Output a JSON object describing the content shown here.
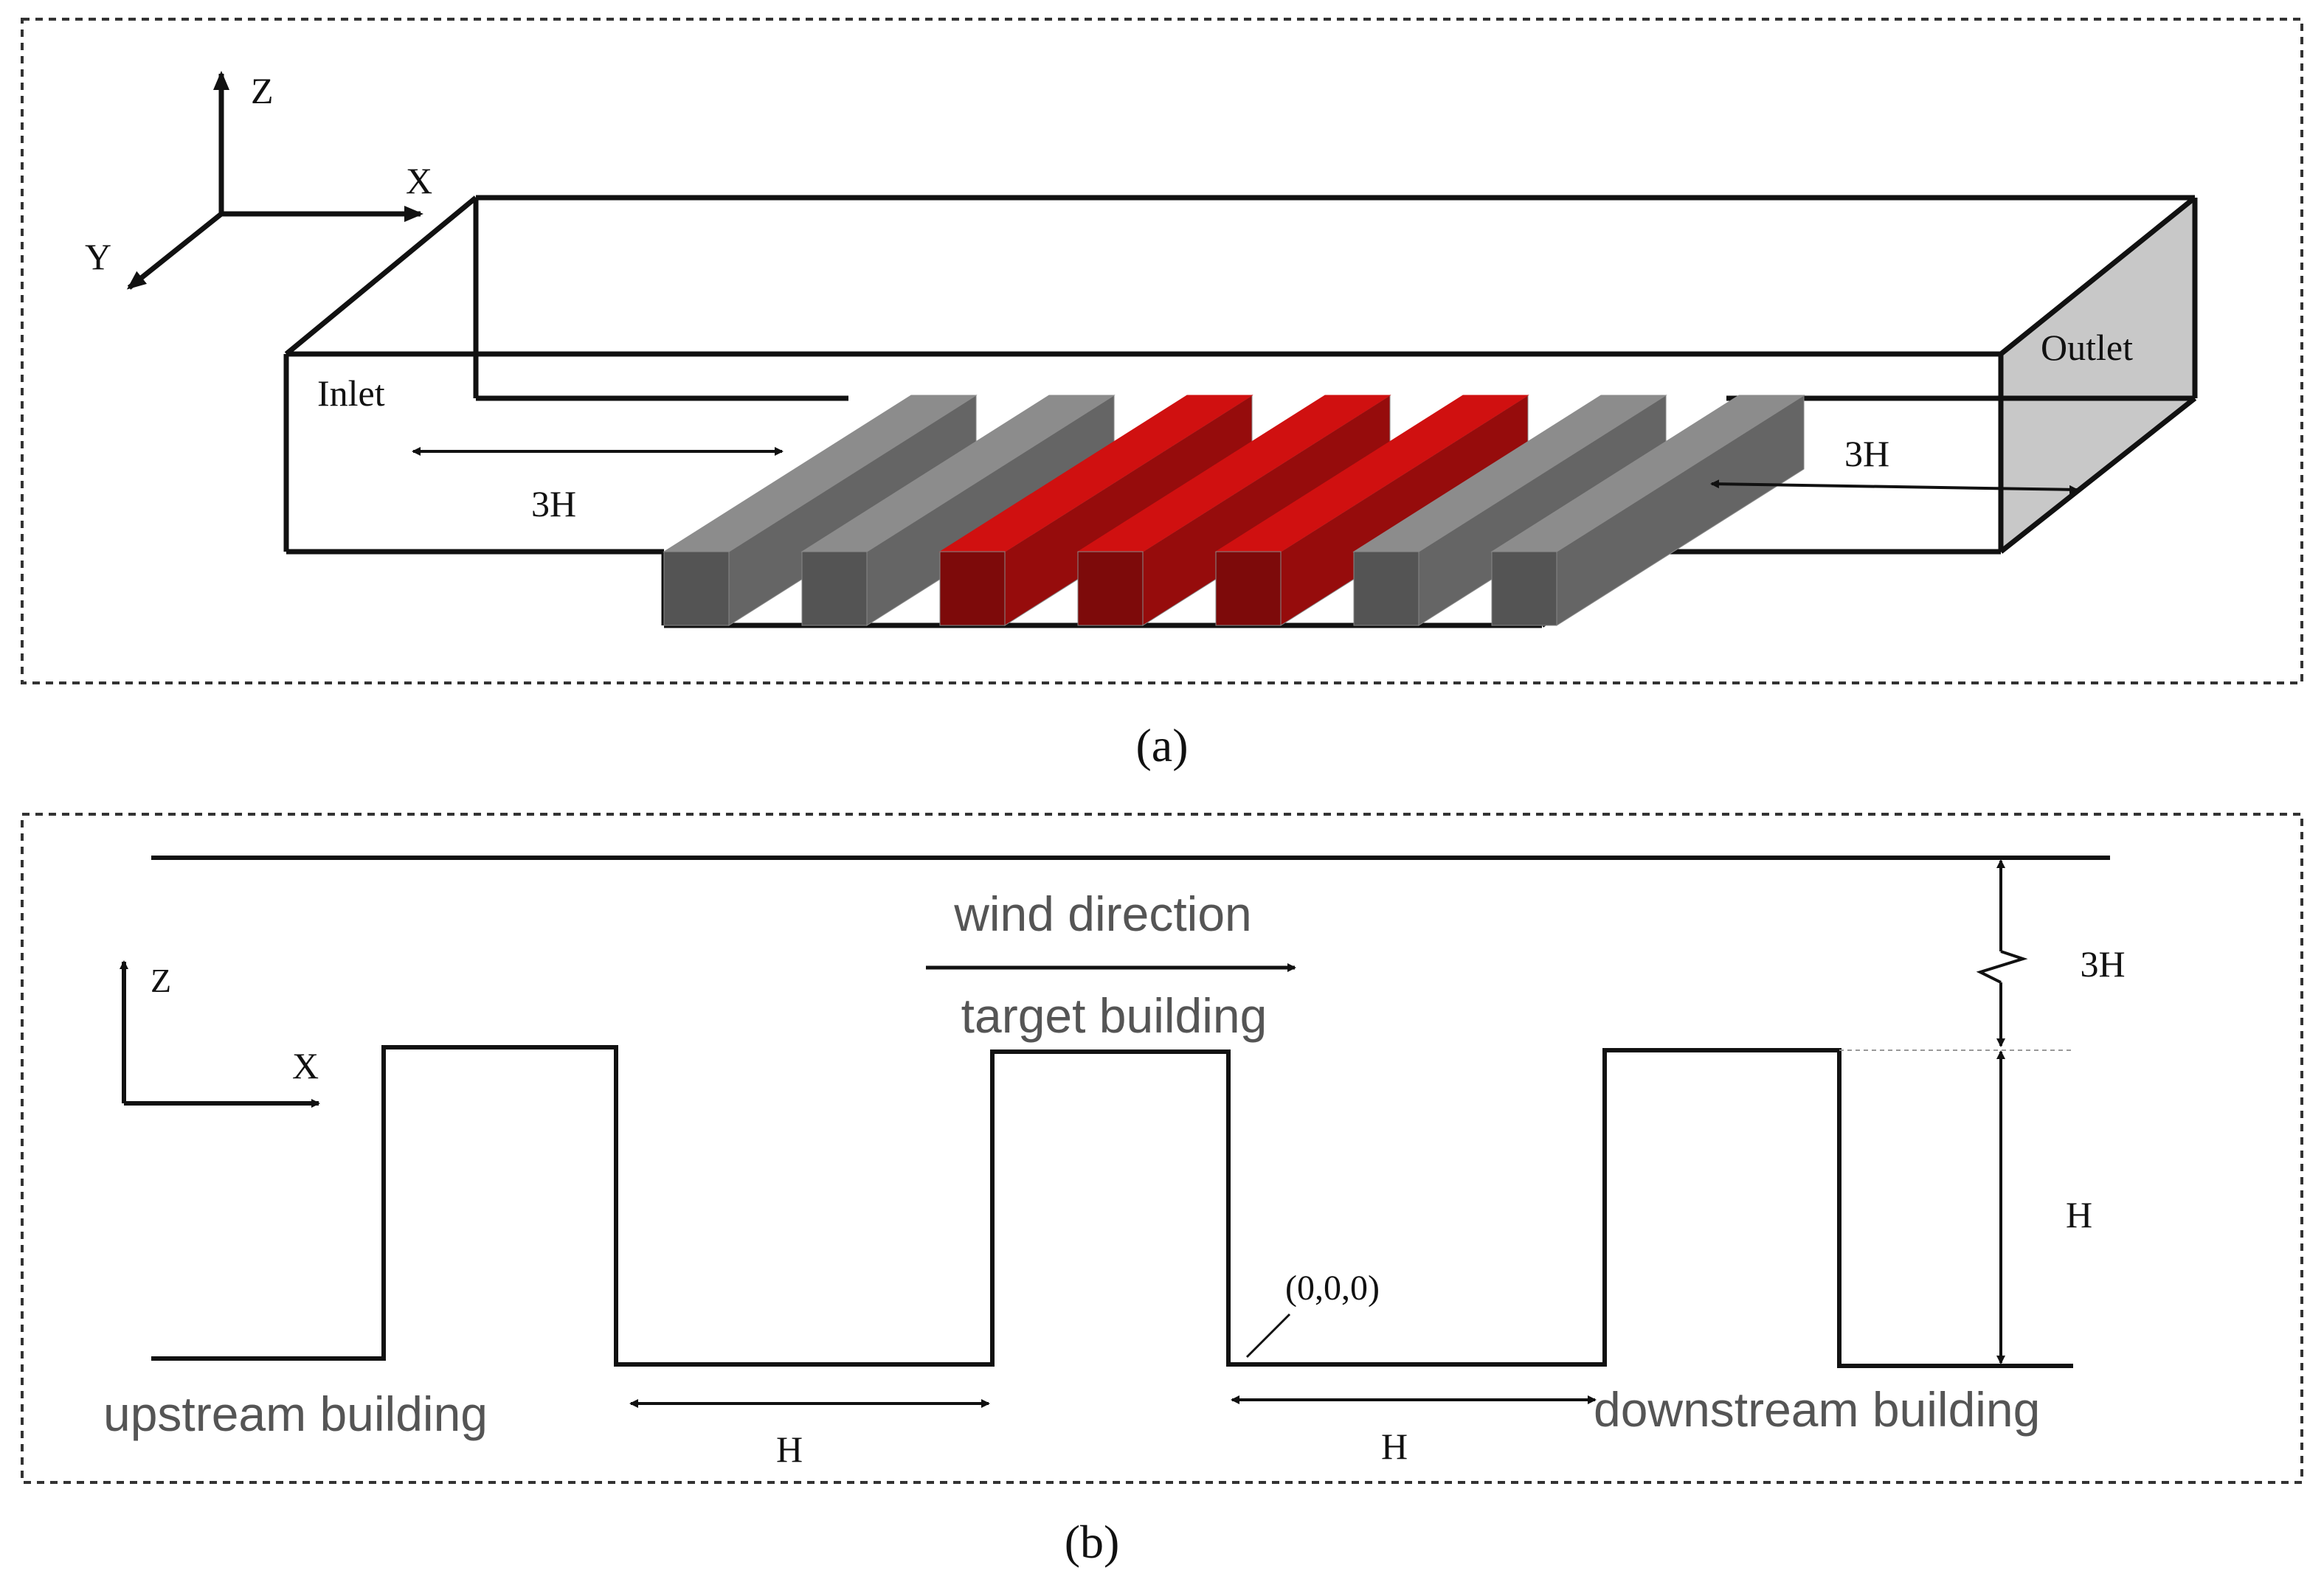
{
  "panel_a": {
    "caption": "(a)",
    "axes": {
      "z": "Z",
      "x": "X",
      "y": "Y"
    },
    "inlet_label": "Inlet",
    "outlet_label": "Outlet",
    "upstream_distance_label": "3H",
    "downstream_distance_label": "3H",
    "buildings": [
      {
        "role": "upstream",
        "color": "#8c8c8c"
      },
      {
        "role": "upstream",
        "color": "#8c8c8c"
      },
      {
        "role": "target",
        "color": "#d01010"
      },
      {
        "role": "target",
        "color": "#d01010"
      },
      {
        "role": "target",
        "color": "#d01010"
      },
      {
        "role": "downstream",
        "color": "#8c8c8c"
      },
      {
        "role": "downstream",
        "color": "#8c8c8c"
      }
    ],
    "outlet_color": "#c8c8c8"
  },
  "panel_b": {
    "caption": "(b)",
    "axes": {
      "z": "Z",
      "x": "X"
    },
    "wind_direction_label": "wind direction",
    "target_building_label": "target building",
    "upstream_building_label": "upstream building",
    "downstream_building_label": "downstream building",
    "origin_label": "(0,0,0)",
    "gap_label_left": "H",
    "gap_label_right": "H",
    "height_label": "H",
    "top_gap_label": "3H"
  }
}
